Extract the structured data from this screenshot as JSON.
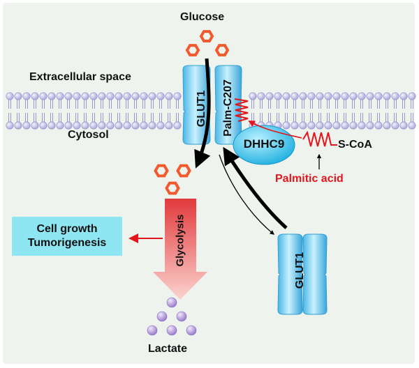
{
  "labels": {
    "glucose": "Glucose",
    "extracellular": "Extracellular space",
    "cytosol": "Cytosol",
    "glut1_membrane": "GLUT1",
    "palm_c207": "Palm-C207",
    "dhhc9": "DHHC9",
    "s_coa": "S-CoA",
    "palmitic_acid": "Palmitic acid",
    "glycolysis": "Glycolysis",
    "glut1_cytosol": "GLUT1",
    "lactate": "Lactate"
  },
  "outcome": {
    "line1": "Cell growth",
    "line2": "Tumorigenesis"
  },
  "colors": {
    "membrane_head": "#c9c6ec",
    "glucose": "#f2592c",
    "lactate": "#b59ad6",
    "glut1": "#7fd8f6",
    "dhhc9": "#3fc6ec",
    "palmitoyl": "#e3161b",
    "glycolysis_arrow": "#e8484a",
    "outcome_box": "#8de6f2"
  }
}
